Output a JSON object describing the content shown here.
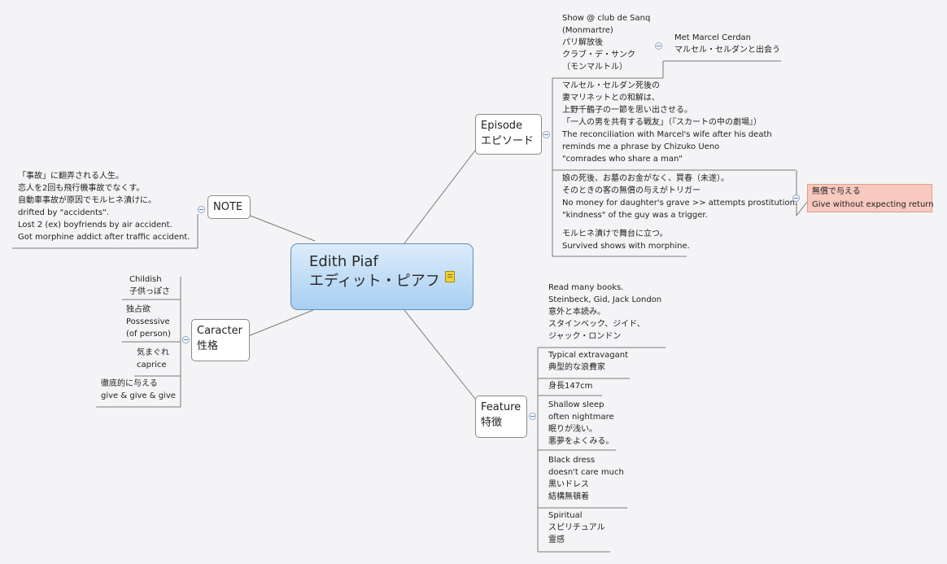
{
  "central": {
    "title_en": "Edith Piaf",
    "title_ja": "エディット・ピアフ",
    "note_icon": "note-icon"
  },
  "episode": {
    "label": [
      "Episode",
      "エピソード"
    ],
    "children": [
      {
        "lines": [
          "Show @ club de Sanq",
          "(Monmartre)",
          "パリ解放後",
          "クラブ・デ・サンク",
          "（モンマルトル）"
        ],
        "sub": {
          "lines": [
            "Met Marcel Cerdan",
            "マルセル・セルダンと出会う"
          ]
        }
      },
      {
        "lines": [
          "マルセル・セルダン死後の",
          "妻マリネットとの和解は、",
          "上野千鶴子の一節を思い出させる。",
          "「一人の男を共有する戦友」（『スカートの中の劇場』）",
          "The reconciliation with Marcel's wife after his death",
          "reminds me a phrase by Chizuko Ueno",
          "\"comrades who share a man\""
        ]
      },
      {
        "lines": [
          "娘の死後、お墓のお金がなく、買春（未遂）。",
          "そのときの客の無償の与えがトリガー",
          "No money for daughter's grave >> attempts prostitution.",
          "\"kindness\" of the guy was a trigger."
        ],
        "sub": {
          "lines": [
            "無償で与える",
            "Give without expecting return"
          ]
        }
      },
      {
        "lines": [
          "モルヒネ漬けで舞台に立つ。",
          "Survived shows with morphine."
        ]
      }
    ]
  },
  "note": {
    "label": [
      "NOTE"
    ],
    "children": [
      {
        "lines": [
          "「事故」に翻弄される人生。",
          "恋人を2回も飛行機事故でなくす。",
          "自動車事故が原因でモルヒネ漬けに。",
          "drifted by \"accidents\".",
          "Lost 2 (ex) boyfriends by air accident.",
          "Got morphine addict after traffic accident."
        ]
      }
    ]
  },
  "character": {
    "label": [
      "Caracter",
      "性格"
    ],
    "children": [
      {
        "lines": [
          "Childish",
          "子供っぽさ"
        ]
      },
      {
        "lines": [
          "独占欲",
          "Possessive",
          "(of person)"
        ]
      },
      {
        "lines": [
          "気まぐれ",
          "caprice"
        ]
      },
      {
        "lines": [
          "徹底的に与える",
          "give & give & give"
        ]
      }
    ]
  },
  "feature": {
    "label": [
      "Feature",
      "特徴"
    ],
    "children": [
      {
        "lines": [
          "Read many books.",
          "Steinbeck, Gid, Jack London",
          "意外と本読み。",
          "スタインベック、ジイド、",
          "ジャック・ロンドン"
        ]
      },
      {
        "lines": [
          "Typical extravagant",
          "典型的な浪費家"
        ]
      },
      {
        "lines": [
          "身長147cm"
        ]
      },
      {
        "lines": [
          "Shallow sleep",
          "often nightmare",
          "眠りが浅い。",
          "悪夢をよくみる。"
        ]
      },
      {
        "lines": [
          "Black dress",
          "doesn't care much",
          "黒いドレス",
          "結構無頓着"
        ]
      },
      {
        "lines": [
          "Spiritual",
          "スピリチュアル",
          "霊感"
        ]
      }
    ]
  }
}
